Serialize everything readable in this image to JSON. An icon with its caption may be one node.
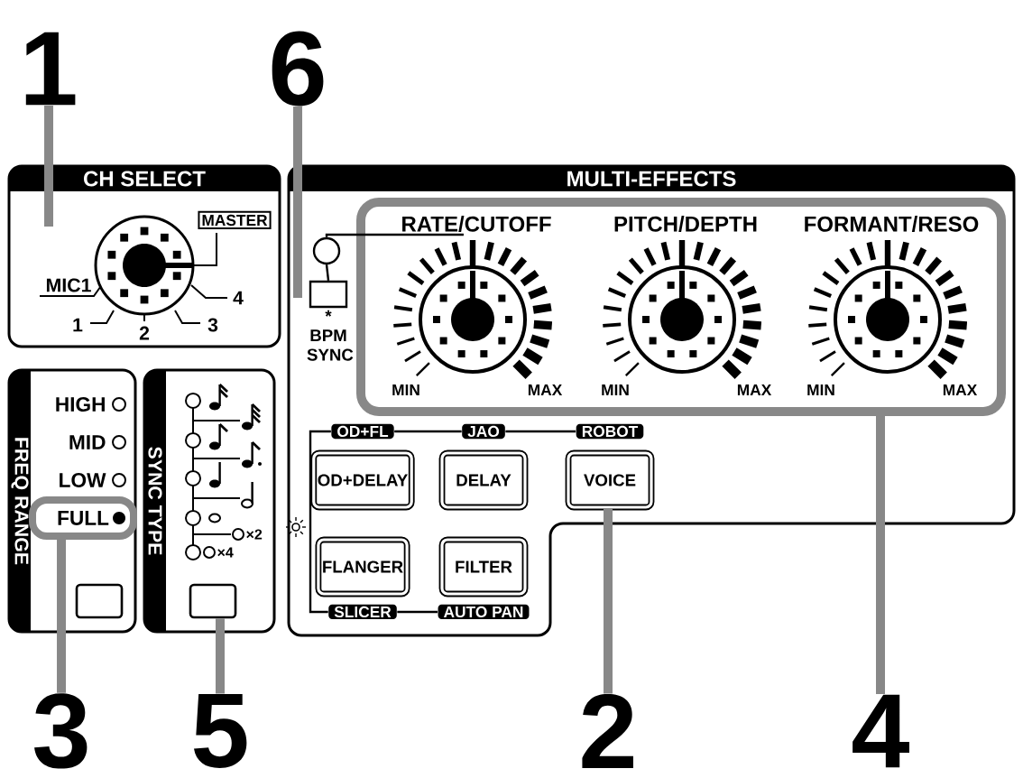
{
  "diagram": {
    "nodes": [
      {
        "text": [
          "1"
        ]
      },
      {
        "text": [
          "6"
        ]
      },
      {
        "text": [
          "CH SELECT"
        ]
      },
      {
        "text": [
          "MASTER"
        ],
        "in": 2
      },
      {
        "text": [
          "MULTI-EFFECTS"
        ]
      },
      {
        "text": [],
        "shape": "circle",
        "in": 4
      },
      {
        "text": [
          "* BPM SYNC"
        ],
        "in": 4
      },
      {
        "text": [],
        "shape": "box",
        "in": 4
      },
      {
        "text": [
          "RATE/CUTOFF"
        ],
        "in": 7
      },
      {
        "text": [
          "PITCH/DEPTH"
        ],
        "in": 7
      },
      {
        "text": [
          "FORMANT/RESO"
        ],
        "in": 7
      },
      {
        "text": [
          "OD+FL"
        ],
        "in": 4
      },
      {
        "text": [
          "JAO"
        ],
        "in": 4
      },
      {
        "text": [
          "ROBOT"
        ],
        "in": 4
      },
      {
        "text": [
          "OD+DELAY"
        ],
        "in": 4
      },
      {
        "text": [
          "DELAY"
        ],
        "in": 4
      },
      {
        "text": [
          "VOICE"
        ],
        "in": 4
      },
      {
        "text": [
          "FLANGER"
        ],
        "in": 4
      },
      {
        "text": [
          "FILTER"
        ],
        "in": 4
      },
      {
        "text": [
          "SLICER"
        ],
        "in": 4
      },
      {
        "text": [
          "AUTO PAN"
        ],
        "in": 4
      },
      {
        "text": [
          "FREQ RANGE"
        ]
      },
      {
        "text": [
          "FULL"
        ],
        "in": 21
      },
      {
        "text": [],
        "shape": "box",
        "in": 21
      },
      {
        "text": [
          "SYNC TYPE"
        ]
      },
      {
        "text": [],
        "shape": "box",
        "in": 24
      },
      {
        "text": [
          "3"
        ]
      },
      {
        "text": [
          "5"
        ]
      },
      {
        "text": [
          "2"
        ]
      },
      {
        "text": [
          "4"
        ]
      }
    ],
    "edges": [
      {
        "from": 0,
        "to": 2,
        "arrow": "none",
        "style": "thick",
        "color": "#888888"
      },
      {
        "from": 1,
        "to": 6,
        "arrow": "none",
        "style": "thick",
        "color": "#888888"
      },
      {
        "from": 26,
        "to": 22,
        "arrow": "none",
        "style": "thick",
        "color": "#888888"
      },
      {
        "from": 27,
        "to": 25,
        "arrow": "none",
        "style": "thick",
        "color": "#888888"
      },
      {
        "from": 28,
        "to": 16,
        "arrow": "none",
        "style": "thick",
        "color": "#888888"
      },
      {
        "from": 29,
        "to": 7,
        "arrow": "none",
        "style": "thick",
        "color": "#888888"
      },
      {
        "from": 8,
        "to": 5,
        "arrow": "none",
        "color": "#000000"
      },
      {
        "from": 5,
        "to": 6,
        "arrow": "none",
        "color": "#000000"
      },
      {
        "from": 11,
        "to": 12,
        "arrow": "none",
        "color": "#000000"
      },
      {
        "from": 12,
        "to": 13,
        "arrow": "none",
        "color": "#000000"
      },
      {
        "from": 11,
        "to": 19,
        "arrow": "none",
        "color": "#000000"
      },
      {
        "from": 19,
        "to": 20,
        "arrow": "none",
        "color": "#000000"
      }
    ],
    "labels": [
      "MIC1",
      "1",
      "2",
      "3",
      "4",
      "MIN",
      "MAX",
      "MIN",
      "MAX",
      "MIN",
      "MAX",
      "HIGH",
      "MID",
      "LOW",
      "×2",
      "×4"
    ]
  }
}
